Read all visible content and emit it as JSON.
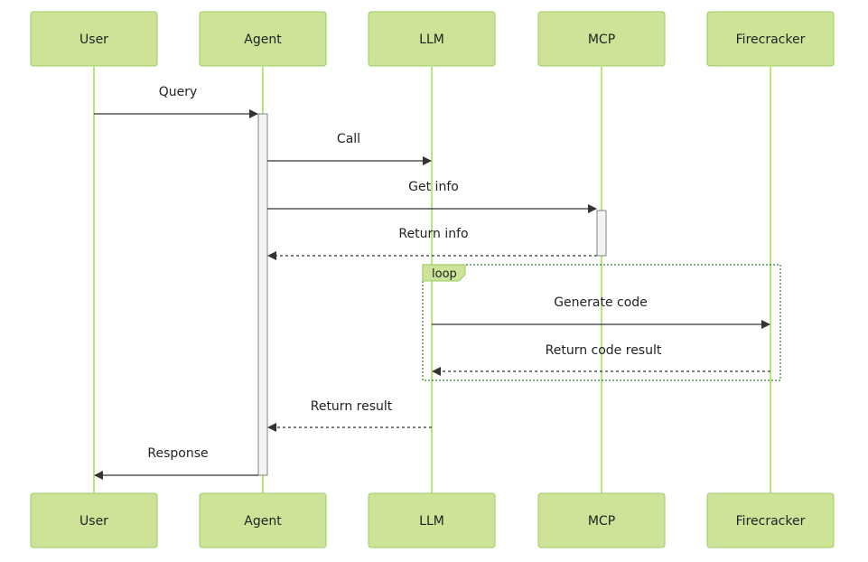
{
  "participants": [
    {
      "id": "user",
      "label": "User"
    },
    {
      "id": "agent",
      "label": "Agent"
    },
    {
      "id": "llm",
      "label": "LLM"
    },
    {
      "id": "mcp",
      "label": "MCP"
    },
    {
      "id": "firecracker",
      "label": "Firecracker"
    }
  ],
  "messages": [
    {
      "from": "user",
      "to": "agent",
      "label": "Query",
      "style": "solid"
    },
    {
      "from": "agent",
      "to": "llm",
      "label": "Call",
      "style": "solid"
    },
    {
      "from": "agent",
      "to": "mcp",
      "label": "Get info",
      "style": "solid"
    },
    {
      "from": "mcp",
      "to": "agent",
      "label": "Return info",
      "style": "dashed"
    },
    {
      "from": "llm",
      "to": "firecracker",
      "label": "Generate code",
      "style": "solid"
    },
    {
      "from": "firecracker",
      "to": "llm",
      "label": "Return code result",
      "style": "dashed"
    },
    {
      "from": "llm",
      "to": "agent",
      "label": "Return result",
      "style": "dashed"
    },
    {
      "from": "agent",
      "to": "user",
      "label": "Response",
      "style": "solid"
    }
  ],
  "loop": {
    "label": "loop"
  },
  "colors": {
    "actor_fill": "#cde498",
    "actor_stroke": "#99cc66",
    "lifeline": "#99dd44",
    "loop_border": "#2e7d32",
    "arrow": "#333333"
  }
}
